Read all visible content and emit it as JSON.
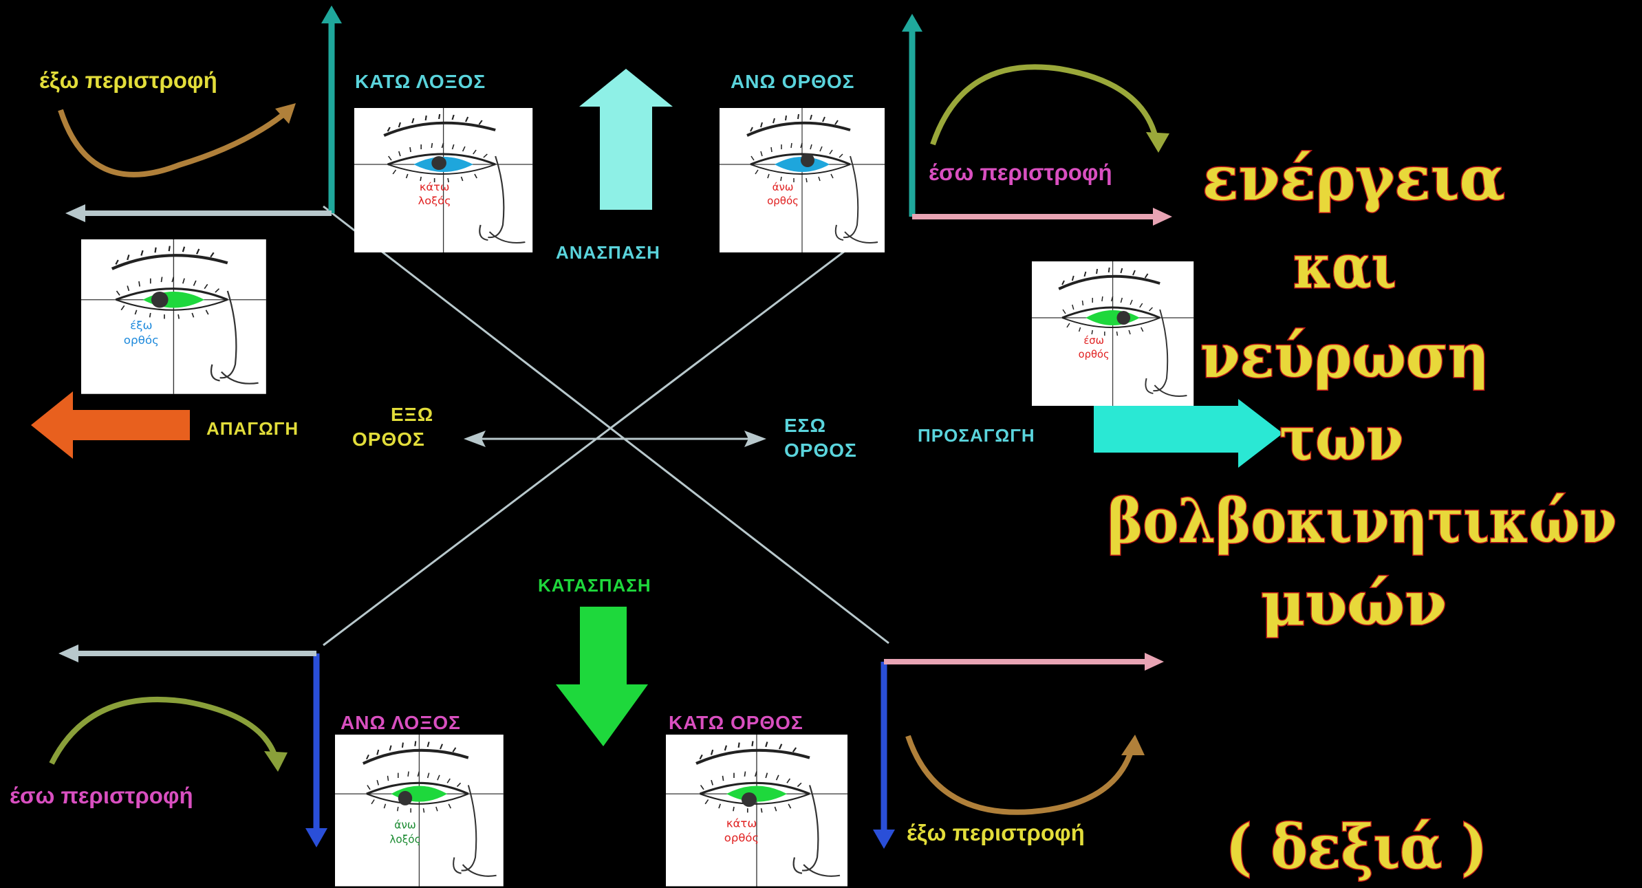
{
  "rotations": {
    "top_left": "έξω περιστροφή",
    "top_right": "έσω περιστροφή",
    "bottom_left": "έσω περιστροφή",
    "bottom_right": "έξω περιστροφή"
  },
  "muscles": {
    "inferior_oblique": "ΚΑΤΩ ΛΟΞΟΣ",
    "superior_rectus": "ΑΝΩ ΟΡΘΟΣ",
    "superior_oblique": "ΑΝΩ ΛΟΞΟΣ",
    "inferior_rectus": "ΚΑΤΩ ΟΡΘΟΣ",
    "lateral_rectus": [
      "ΕΞΩ",
      "ΟΡΘΟΣ"
    ],
    "medial_rectus": [
      "ΕΣΩ",
      "ΟΡΘΟΣ"
    ]
  },
  "motions": {
    "elevation": "ΑΝΑΣΠΑΣΗ",
    "depression": "ΚΑΤΑΣΠΑΣΗ",
    "abduction": "ΑΠΑΓΩΓΗ",
    "adduction": "ΠΡΟΣΑΓΩΓΗ"
  },
  "eye_cards": {
    "inferior_oblique": [
      "κάτω",
      "λοξός"
    ],
    "superior_rectus": [
      "άνω",
      "ορθός"
    ],
    "lateral_rectus": [
      "έξω",
      "ορθός"
    ],
    "medial_rectus": [
      "έσω",
      "ορθός"
    ],
    "superior_oblique": [
      "άνω",
      "λοξός"
    ],
    "inferior_rectus": [
      "κάτω",
      "ορθός"
    ]
  },
  "title_lines": [
    "ενέργεια",
    "και",
    "νεύρωση",
    "των",
    "βολβοκινητικών",
    "μυών"
  ],
  "side_note": "( δεξιά )",
  "colors": {
    "background": "#000000",
    "rotation_out": "#e2dd3a",
    "rotation_in": "#d94fc0",
    "muscle_top": "#5ad4dc",
    "muscle_bottom": "#d94fc0",
    "muscle_mid": "#e2dd3a",
    "elevation": "#8ef0e6",
    "depression": "#1ed83c",
    "abduction": "#e8601e",
    "adduction": "#2ae8d4",
    "teal_axis": "#1fa89c",
    "blue_axis": "#2a4fd8",
    "pink_axis": "#e8a4b4",
    "grey_axis": "#b8c8cc",
    "title_fill": "#e8d83a",
    "title_outline": "#c01818"
  }
}
